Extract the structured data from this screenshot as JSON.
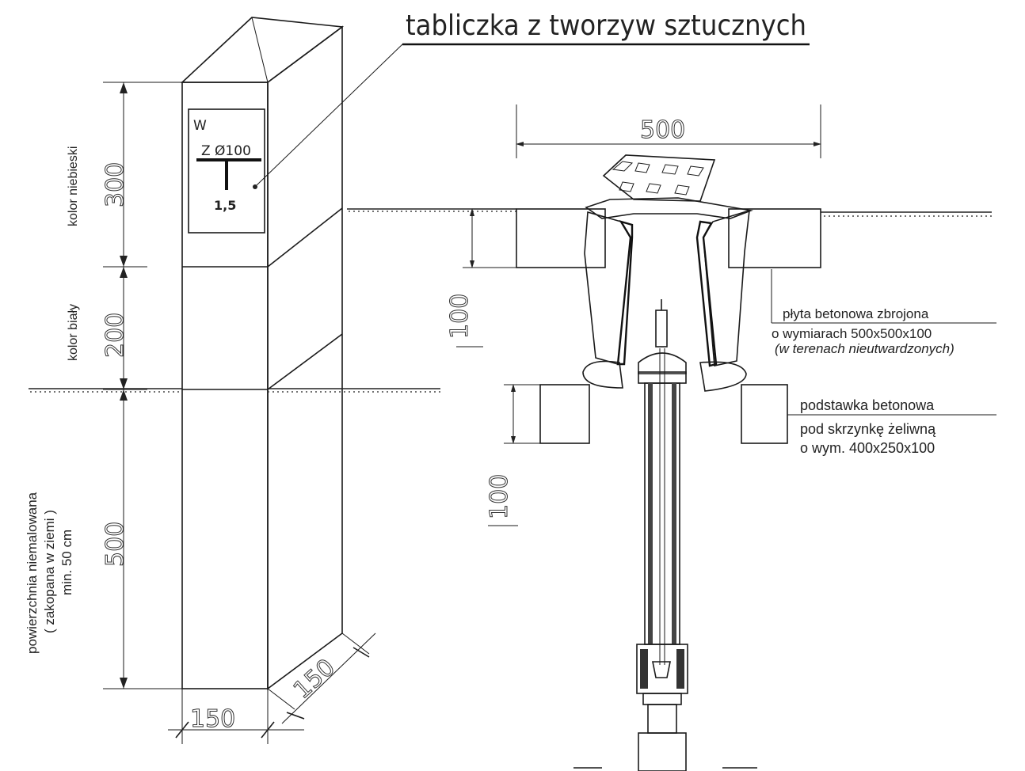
{
  "title": "tabliczka z tworzyw sztucznych",
  "post": {
    "plate_letter": "W",
    "plate_code": "Z  Ø100",
    "plate_value": "1,5",
    "zones": [
      {
        "label": "kolor niebieski",
        "dimension": "300"
      },
      {
        "label": "kolor biały",
        "dimension": "200"
      },
      {
        "label_lines": [
          "powierzchnia niemalowana",
          "( zakopana w ziemi )",
          "min. 50 cm"
        ],
        "dimension": "500"
      }
    ],
    "width_dimension": "150",
    "depth_dimension": "150"
  },
  "valve_box": {
    "top_dimension": "500",
    "slab_dimension": "100",
    "base_dimension": "100",
    "slab_note": [
      "płyta betonowa zbrojona",
      "o wymiarach 500x500x100",
      "(w terenach nieutwardzonych)"
    ],
    "base_note": [
      "podstawka betonowa",
      "pod skrzynkę żeliwną",
      "o wym. 400x250x100"
    ]
  }
}
